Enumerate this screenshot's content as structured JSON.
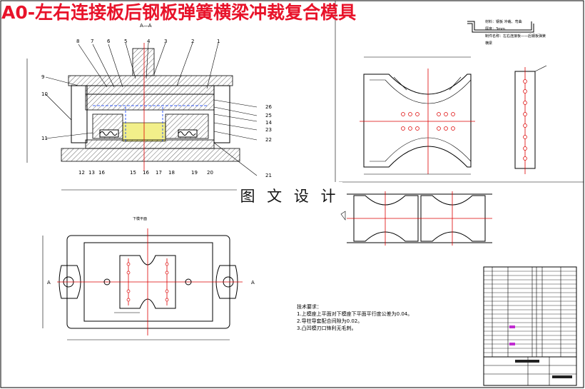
{
  "title": "A0-左右连接板后钢板弹簧横梁冲裁复合模具",
  "watermark": "图 文 设 计",
  "section_label": "A—A",
  "part_notes": {
    "line1": "材料：钢板    冲裁、弯曲",
    "line2": "厚度：3mm",
    "line3": "制件名称：左右连接板——后钢板弹簧",
    "line4": "横梁"
  },
  "tech_requirements": {
    "heading": "技术要求：",
    "items": [
      "1.上模座上平面对下模座下平面平行度公差为0.04。",
      "2.导柱导套配合间隙为0.02。",
      "3.凸凹模刃口锋利无毛刺。"
    ]
  },
  "balloon_numbers_top": [
    "8",
    "7",
    "6",
    "5",
    "4",
    "3",
    "2",
    "1"
  ],
  "balloon_numbers_left": [
    "9",
    "10",
    "11"
  ],
  "balloon_numbers_right": [
    "26",
    "25",
    "14",
    "23",
    "22",
    "21"
  ],
  "balloon_numbers_bottom": [
    "12",
    "13",
    "16",
    "15",
    "16",
    "17",
    "18",
    "19",
    "20"
  ],
  "plan_view_label": "下模平面",
  "view_marks": {
    "left": "A",
    "right": "A"
  },
  "colors": {
    "title": "#e8132a",
    "centerline": "#d00",
    "hidden": "#0033ff",
    "yellow": "#f2ef8a"
  }
}
